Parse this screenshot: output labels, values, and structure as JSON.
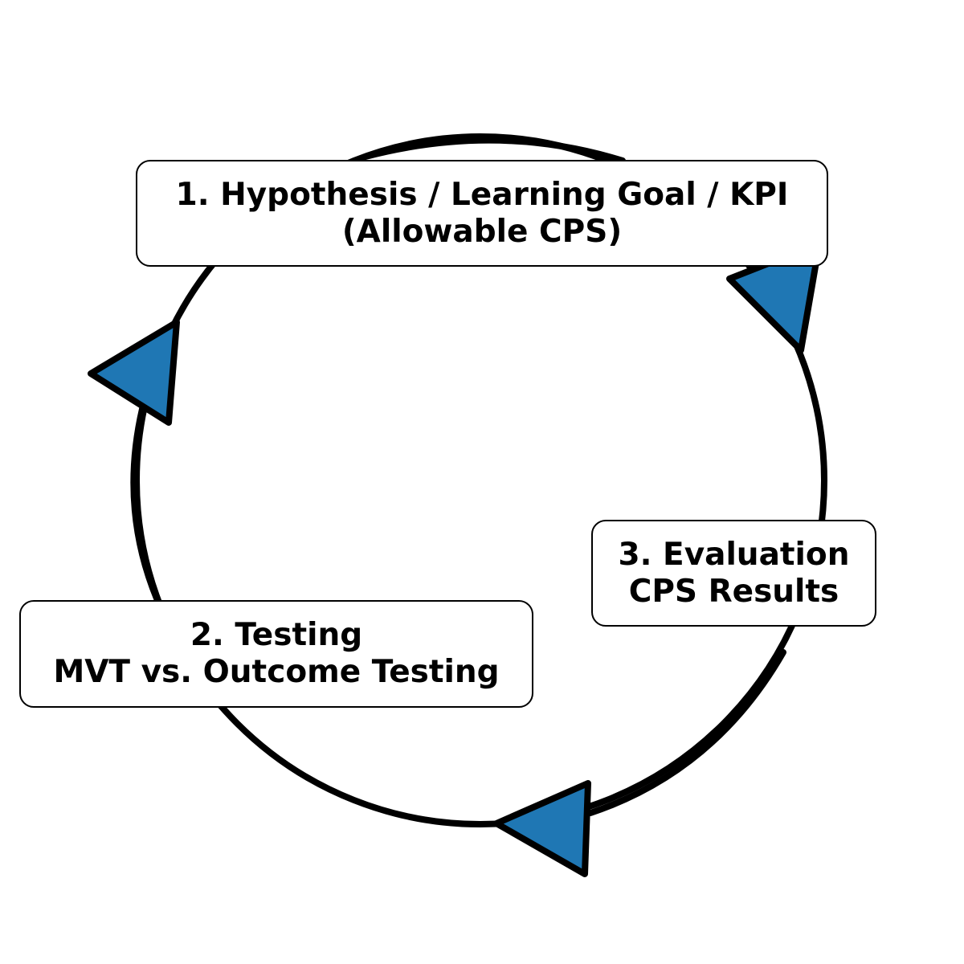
{
  "steps": [
    {
      "line1": "1. Hypothesis / Learning Goal / KPI",
      "line2": "(Allowable CPS)"
    },
    {
      "line1": "2. Testing",
      "line2": "MVT vs. Outcome Testing"
    },
    {
      "line1": "3. Evaluation",
      "line2": "CPS Results"
    }
  ],
  "colors": {
    "arrowhead_fill": "#1f77b4",
    "ring_stroke": "#000000",
    "box_border": "#000000"
  },
  "flow_direction": "clockwise from 1 to 3, then 3 to 2, then 2 back to 1"
}
